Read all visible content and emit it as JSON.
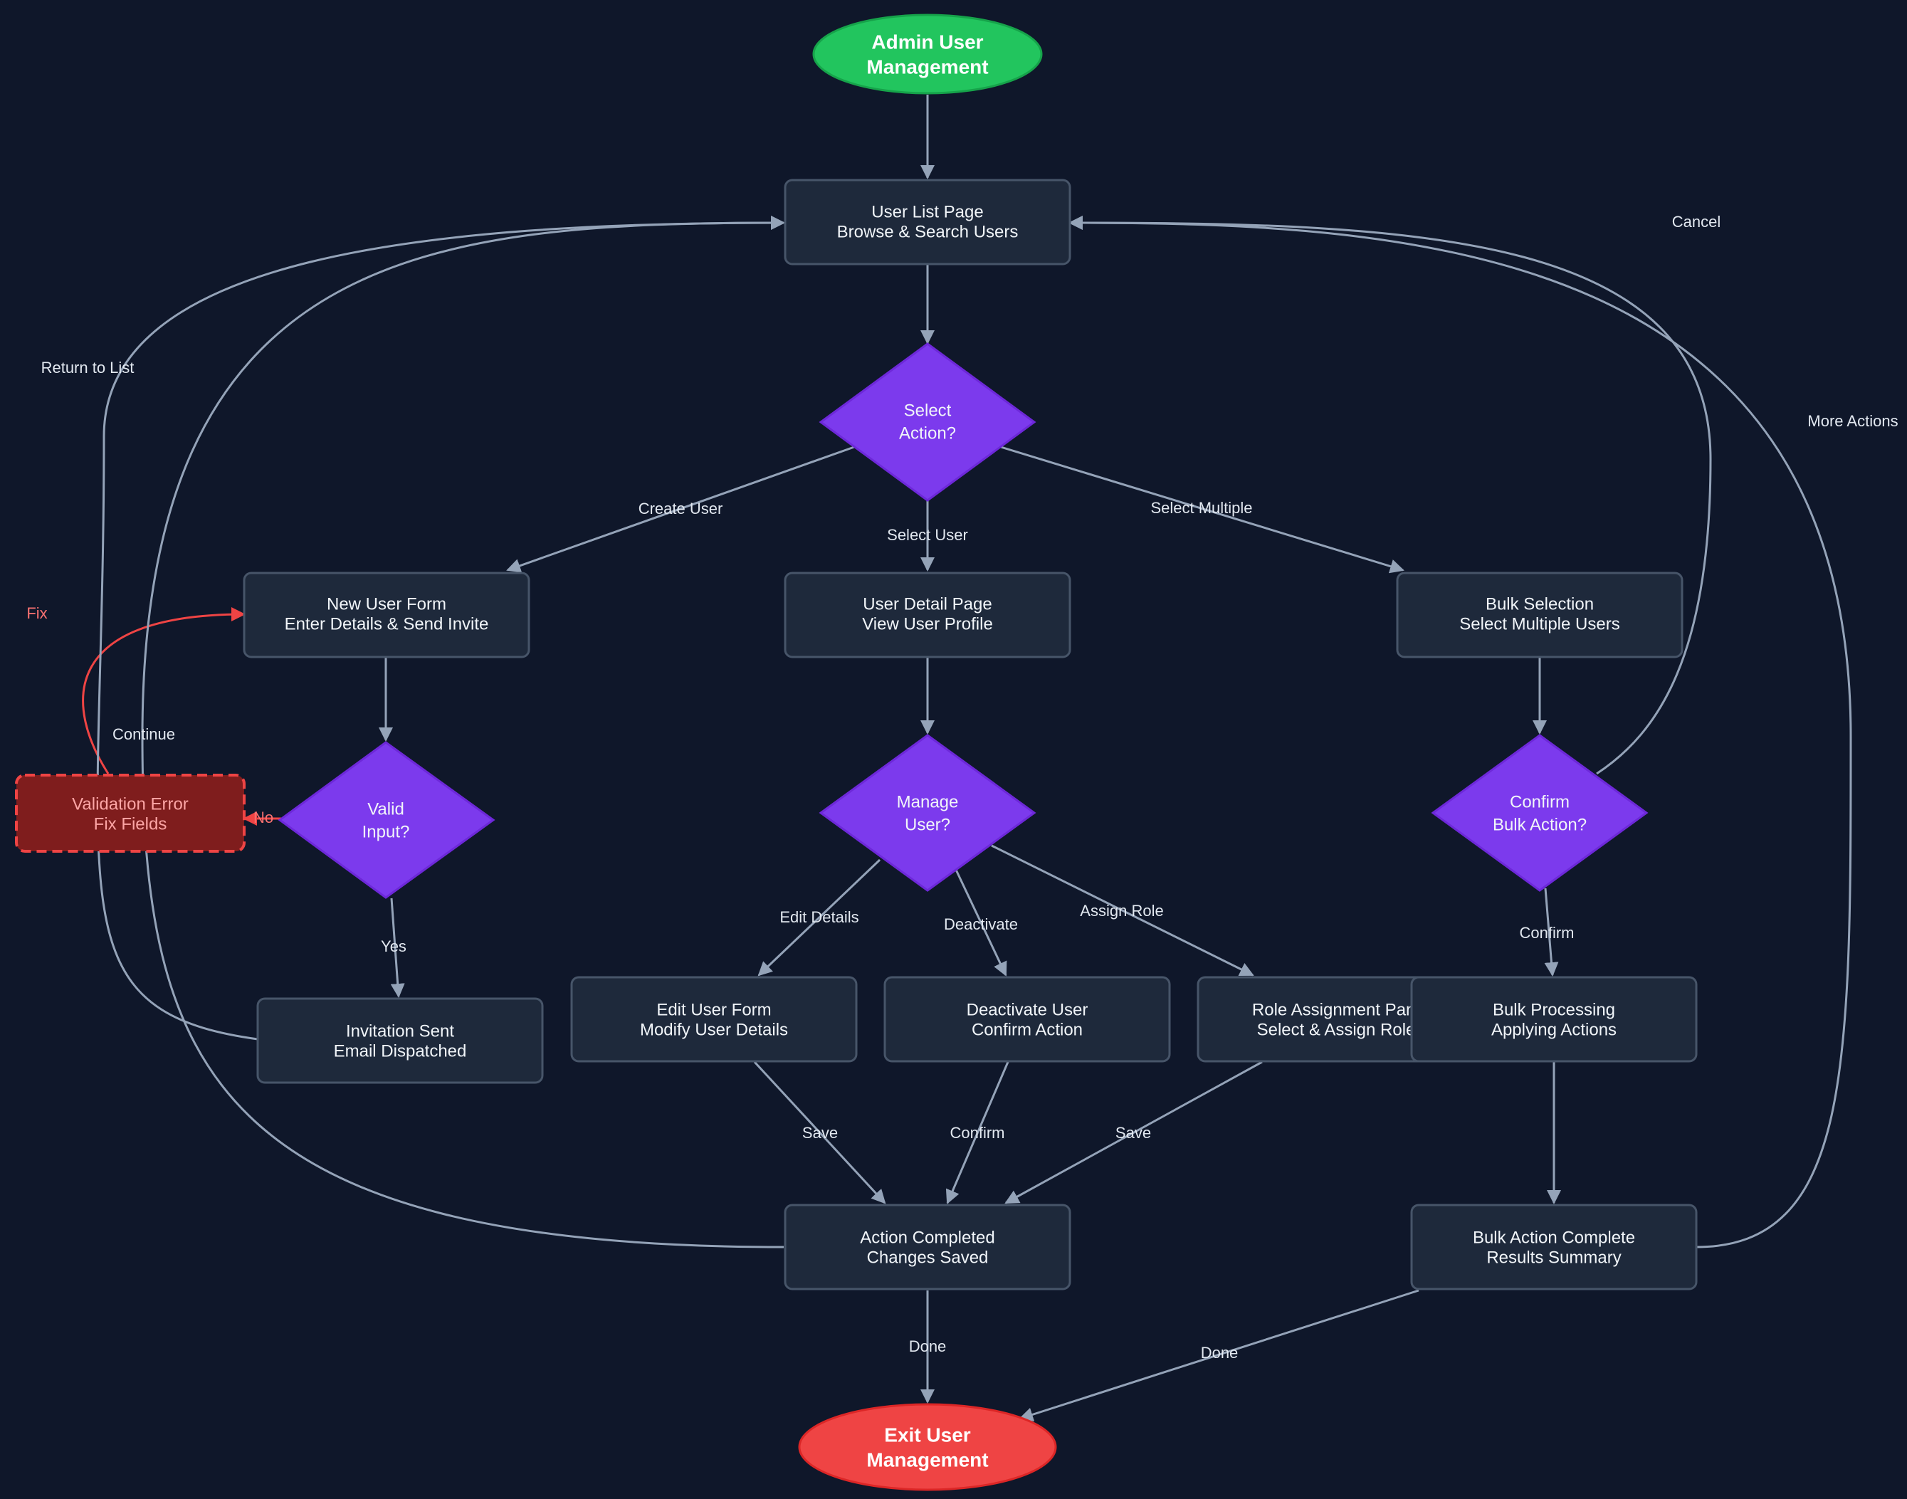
{
  "colors": {
    "background": "#0f172a",
    "process_fill": "#1e293b",
    "process_stroke": "#475569",
    "decision_fill": "#7c3aed",
    "start_fill": "#22c55e",
    "end_fill": "#ef4444",
    "error_fill": "#7f1d1d",
    "error_stroke": "#ef4444",
    "edge": "#94a3b8"
  },
  "nodes": {
    "start": [
      "Admin User",
      "Management"
    ],
    "user_list": [
      "User List Page",
      "Browse & Search Users"
    ],
    "select_action": [
      "Select",
      "Action?"
    ],
    "new_user_form": [
      "New User Form",
      "Enter Details & Send Invite"
    ],
    "user_detail": [
      "User Detail Page",
      "View User Profile"
    ],
    "bulk_selection": [
      "Bulk Selection",
      "Select Multiple Users"
    ],
    "valid_input": [
      "Valid",
      "Input?"
    ],
    "validation_error": [
      "Validation Error",
      "Fix Fields"
    ],
    "manage_user": [
      "Manage",
      "User?"
    ],
    "confirm_bulk": [
      "Confirm",
      "Bulk Action?"
    ],
    "invitation_sent": [
      "Invitation Sent",
      "Email Dispatched"
    ],
    "edit_user_form": [
      "Edit User Form",
      "Modify User Details"
    ],
    "deactivate_user": [
      "Deactivate User",
      "Confirm Action"
    ],
    "role_assignment": [
      "Role Assignment Panel",
      "Select & Assign Roles"
    ],
    "bulk_processing": [
      "Bulk Processing",
      "Applying Actions"
    ],
    "action_completed": [
      "Action Completed",
      "Changes Saved"
    ],
    "bulk_complete": [
      "Bulk Action Complete",
      "Results Summary"
    ],
    "exit": [
      "Exit User",
      "Management"
    ]
  },
  "edge_labels": {
    "create_user": "Create User",
    "select_user": "Select User",
    "select_multiple": "Select Multiple",
    "no": "No",
    "yes": "Yes",
    "fix": "Fix",
    "continue": "Continue",
    "return_to_list": "Return to List",
    "edit_details": "Edit Details",
    "deactivate": "Deactivate",
    "assign_role": "Assign Role",
    "confirm_bulk": "Confirm",
    "cancel": "Cancel",
    "more_actions": "More Actions",
    "save_edit": "Save",
    "confirm_deactivate": "Confirm",
    "save_role": "Save",
    "done_action": "Done",
    "done_bulk": "Done"
  }
}
